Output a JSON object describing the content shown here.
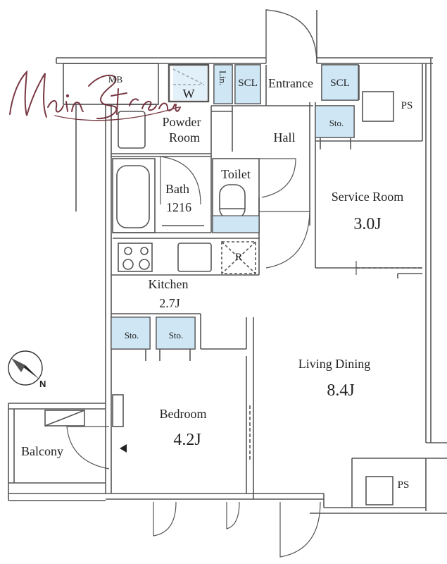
{
  "floorplan": {
    "rooms": {
      "mb": "MB",
      "w": "W",
      "lin": "Lin.",
      "scl1": "SCL",
      "entrance": "Entrance",
      "scl2": "SCL",
      "ps1": "PS",
      "powder_line1": "Powder",
      "powder_line2": "Room",
      "hall": "Hall",
      "sto_service": "Sto.",
      "toilet": "Toilet",
      "bath_line1": "Bath",
      "bath_line2": "1216",
      "service_room": "Service Room",
      "service_size": "3.0J",
      "fridge": "R",
      "kitchen": "Kitchen",
      "kitchen_size": "2.7J",
      "sto_a": "Sto.",
      "sto_b": "Sto.",
      "living_dining": "Living Dining",
      "living_size": "8.4J",
      "bedroom": "Bedroom",
      "bedroom_size": "4.2J",
      "balcony": "Balcony",
      "ps2": "PS",
      "compass_north": "N"
    },
    "watermark_text": "MainStream",
    "colors": {
      "wall": "#4a4a4a",
      "storage_fill": "#cfe6f5",
      "watermark": "#6b2430"
    }
  }
}
